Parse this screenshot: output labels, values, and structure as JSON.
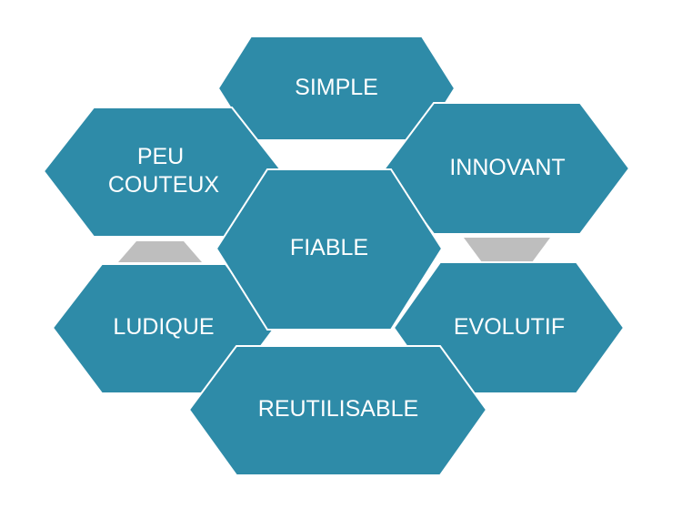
{
  "diagram": {
    "colors": {
      "hexagon_fill": "#2E8BA8",
      "gap_fill": "#BEBEBE",
      "label_text": "#FFFFFF",
      "background": "#FFFFFF"
    },
    "hexagons": [
      {
        "id": "simple",
        "lines": [
          "SIMPLE"
        ]
      },
      {
        "id": "peu-couteux",
        "lines": [
          "PEU",
          "COUTEUX"
        ]
      },
      {
        "id": "innovant",
        "lines": [
          "INNOVANT"
        ]
      },
      {
        "id": "ludique",
        "lines": [
          "LUDIQUE"
        ]
      },
      {
        "id": "evolutif",
        "lines": [
          "EVOLUTIF"
        ]
      },
      {
        "id": "reutilisable",
        "lines": [
          "REUTILISABLE"
        ]
      },
      {
        "id": "fiable",
        "lines": [
          "FIABLE"
        ]
      }
    ]
  }
}
